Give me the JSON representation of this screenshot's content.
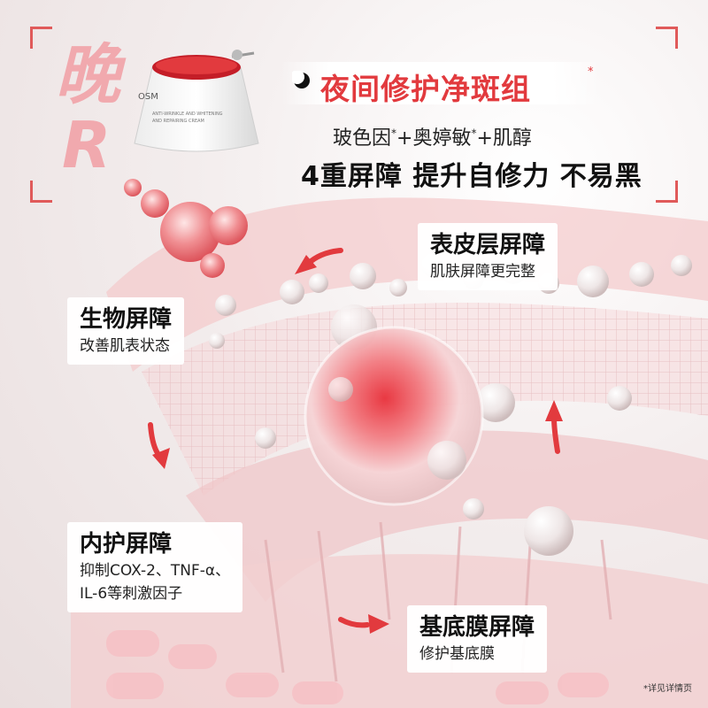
{
  "badge": {
    "char": "晚",
    "letter": "R"
  },
  "product": {
    "brand": "OSM",
    "line1": "ANTI-WRINKLE AND WHITENING",
    "line2": "AND REPAIRING CREAM"
  },
  "header": {
    "title": "夜间修护净斑组",
    "subtitle_parts": [
      "玻色因",
      "+奥婷敏",
      "+肌醇"
    ],
    "headline": "4重屏障 提升自修力 不易黑",
    "asterisk": "*"
  },
  "labels": {
    "epidermis": {
      "title": "表皮层屏障",
      "desc": "肌肤屏障更完整"
    },
    "biological": {
      "title": "生物屏障",
      "desc": "改善肌表状态"
    },
    "inner": {
      "title": "内护屏障",
      "desc1": "抑制COX-2、TNF-α、",
      "desc2": "IL-6等刺激因子"
    },
    "basement": {
      "title": "基底膜屏障",
      "desc": "修护基底膜"
    }
  },
  "footnote": "*详见详情页",
  "colors": {
    "accent": "#e23a3e",
    "pink": "#f1a9ae"
  }
}
